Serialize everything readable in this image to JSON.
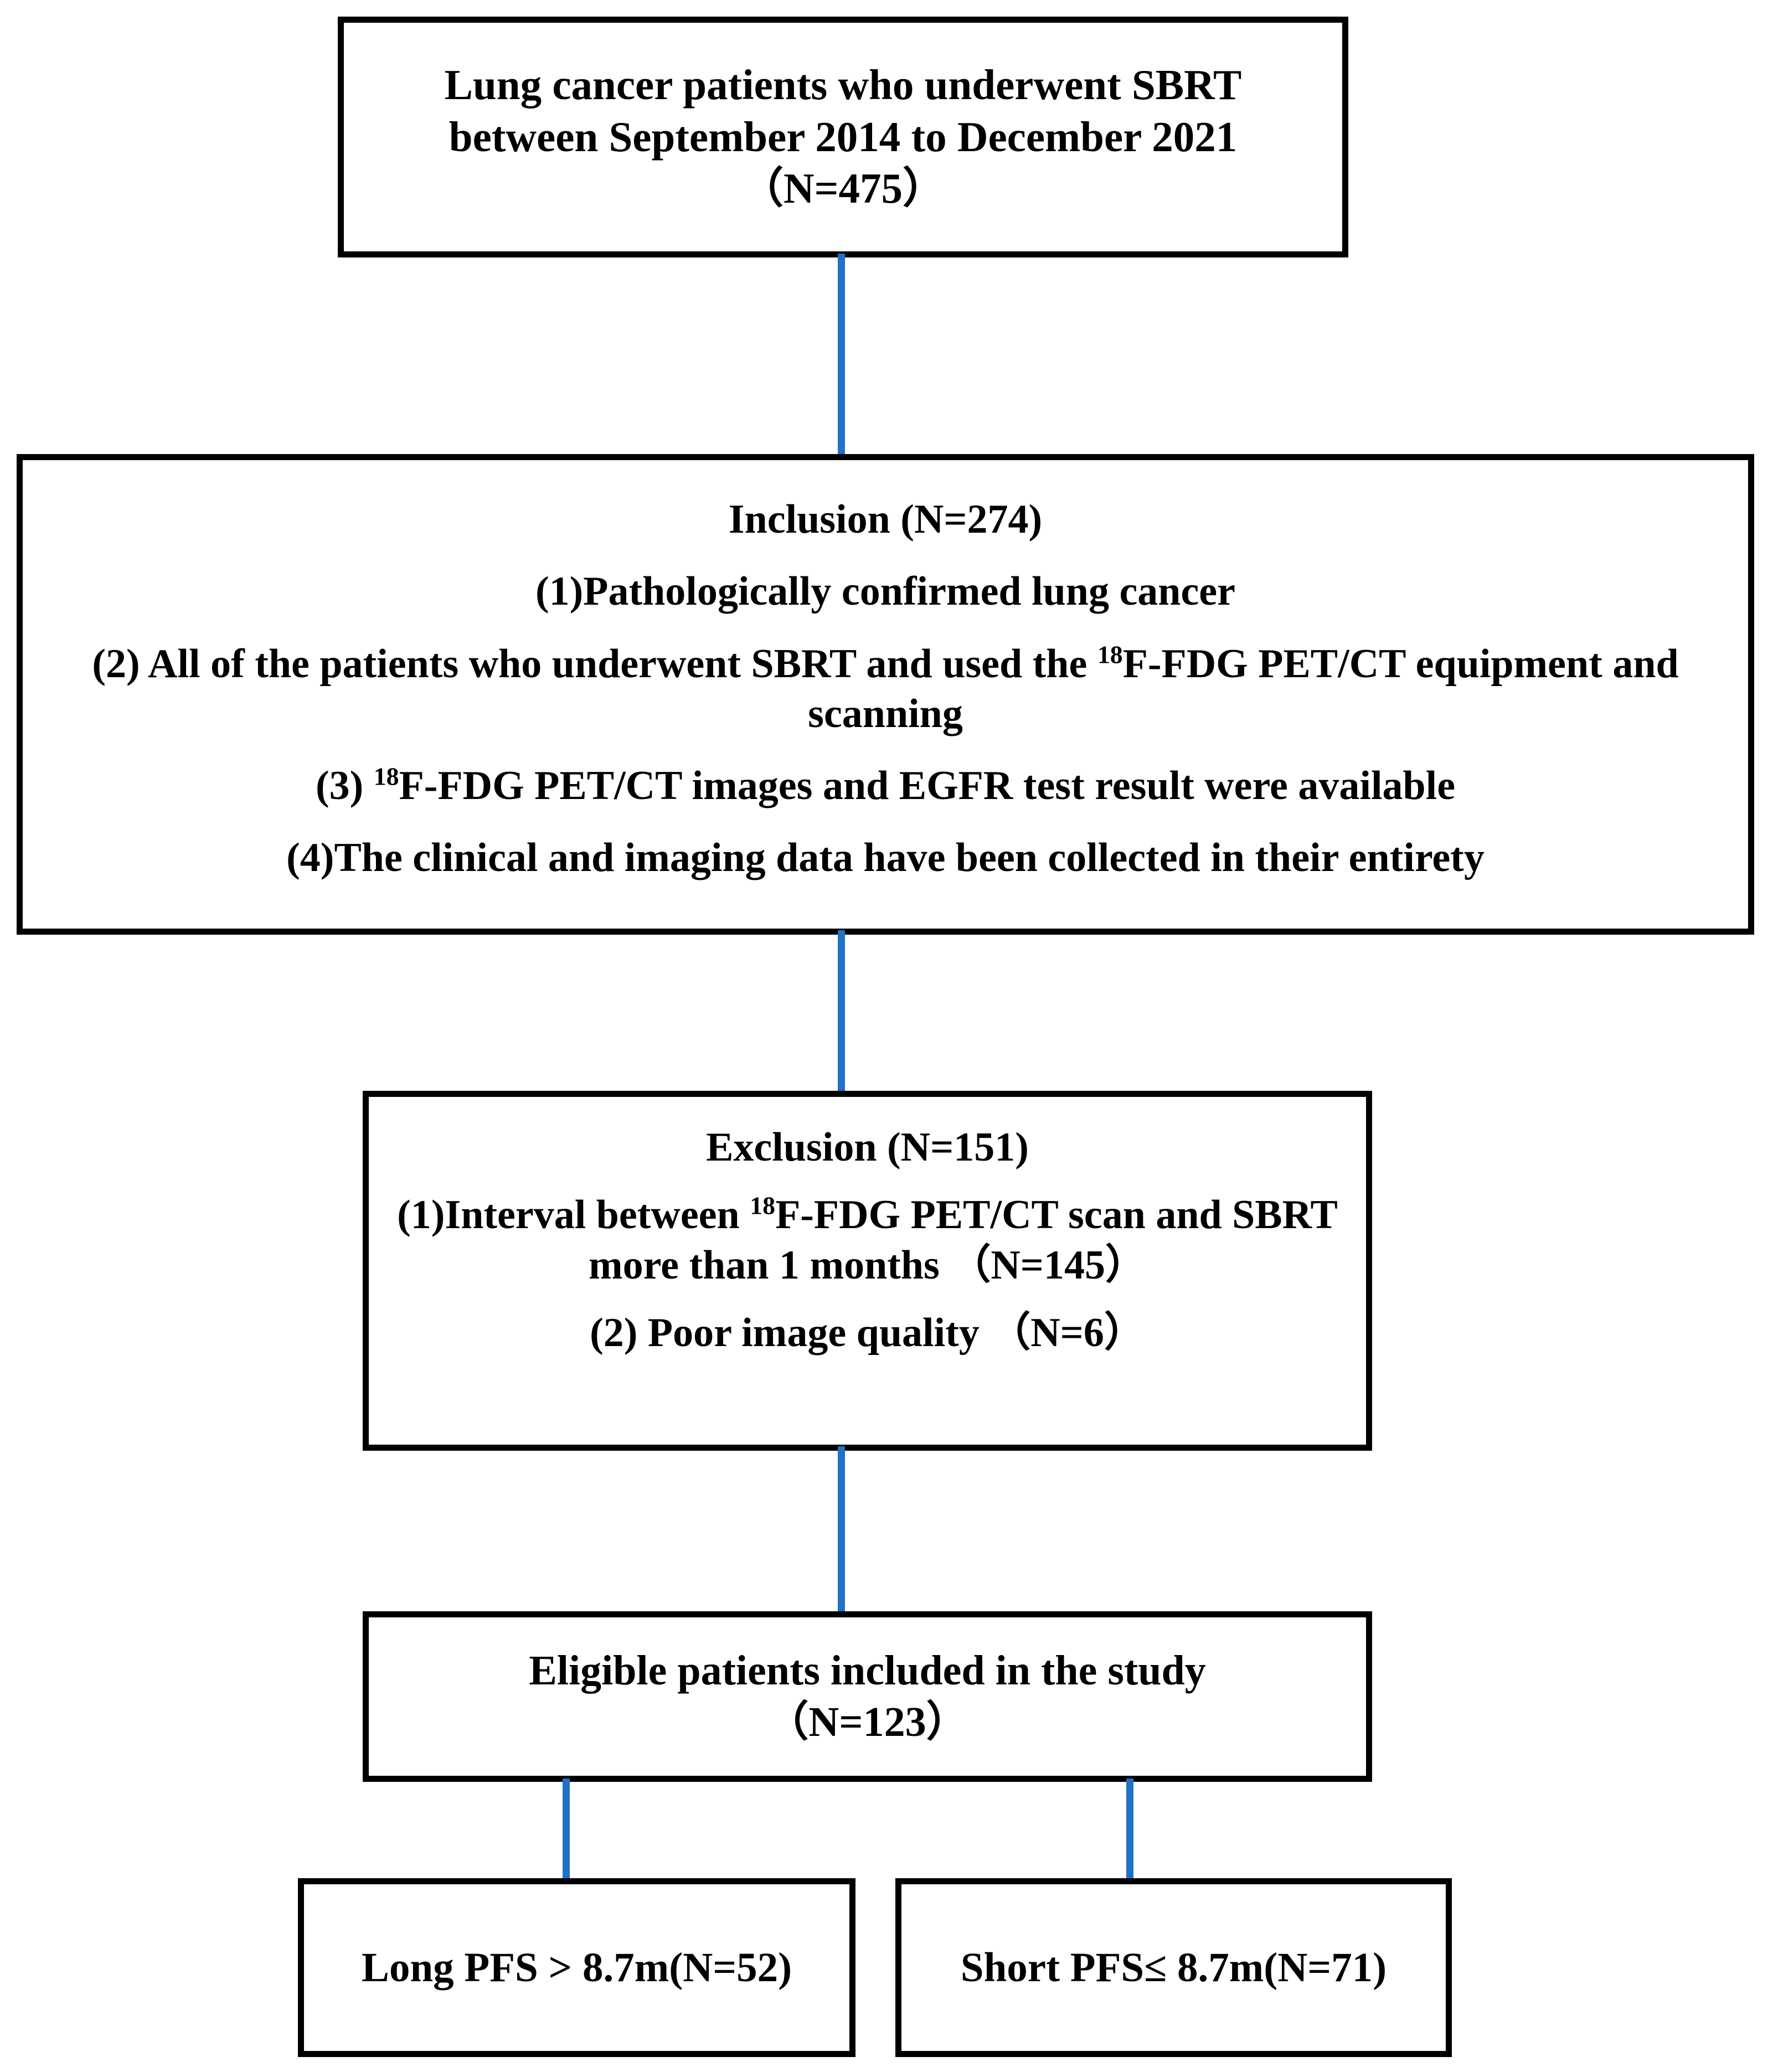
{
  "chart_data": {
    "type": "diagram",
    "title": "Patient selection flowchart",
    "nodes": [
      {
        "id": "source",
        "label": "Lung cancer patients who underwent SBRT between September 2014 to December 2021 (N=475)",
        "n": 475
      },
      {
        "id": "inclusion",
        "label": "Inclusion (N=274)",
        "n": 274
      },
      {
        "id": "exclusion",
        "label": "Exclusion (N=151)",
        "n": 151
      },
      {
        "id": "eligible",
        "label": "Eligible patients included in the study (N=123)",
        "n": 123
      },
      {
        "id": "long_pfs",
        "label": "Long PFS > 8.7m(N=52)",
        "n": 52
      },
      {
        "id": "short_pfs",
        "label": "Short PFS≤ 8.7m(N=71)",
        "n": 71
      }
    ],
    "edges": [
      {
        "from": "source",
        "to": "inclusion"
      },
      {
        "from": "inclusion",
        "to": "exclusion"
      },
      {
        "from": "exclusion",
        "to": "eligible"
      },
      {
        "from": "eligible",
        "to": "long_pfs"
      },
      {
        "from": "eligible",
        "to": "short_pfs"
      }
    ]
  },
  "colors": {
    "connector": "#2072C4",
    "border": "#000000",
    "text": "#000000",
    "background": "#ffffff"
  },
  "source_box": {
    "line1": "Lung cancer patients who underwent SBRT",
    "line2": "between September 2014 to December 2021",
    "line3": "（N=475）"
  },
  "inclusion_box": {
    "title": "Inclusion (N=274)",
    "item1": "(1)Pathologically confirmed lung cancer",
    "item2_pre": "(2) All of the patients who underwent SBRT and used the ",
    "item2_sup": "18",
    "item2_post": "F-FDG PET/CT equipment and scanning",
    "item3_pre": "(3) ",
    "item3_sup": "18",
    "item3_post": "F-FDG PET/CT images and EGFR test result were available",
    "item4": "(4)The clinical and imaging data have been collected in their entirety"
  },
  "exclusion_box": {
    "title": "Exclusion (N=151)",
    "item1_pre": "(1)Interval between ",
    "item1_sup": "18",
    "item1_post": "F-FDG PET/CT  scan and SBRT more than 1 months （N=145）",
    "item2": "(2) Poor image quality （N=6）"
  },
  "eligible_box": {
    "line1": "Eligible patients included in the study",
    "line2": "（N=123）"
  },
  "long_pfs_box": {
    "label": "Long PFS > 8.7m(N=52)"
  },
  "short_pfs_box": {
    "label": "Short PFS≤ 8.7m(N=71)"
  }
}
